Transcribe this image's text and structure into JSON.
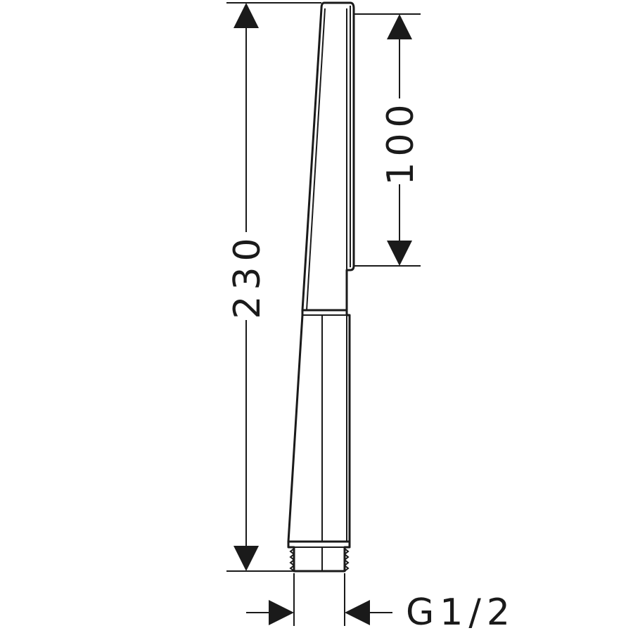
{
  "dimensions": {
    "overall_length": "230",
    "head_length": "100",
    "thread": "G1/2"
  }
}
